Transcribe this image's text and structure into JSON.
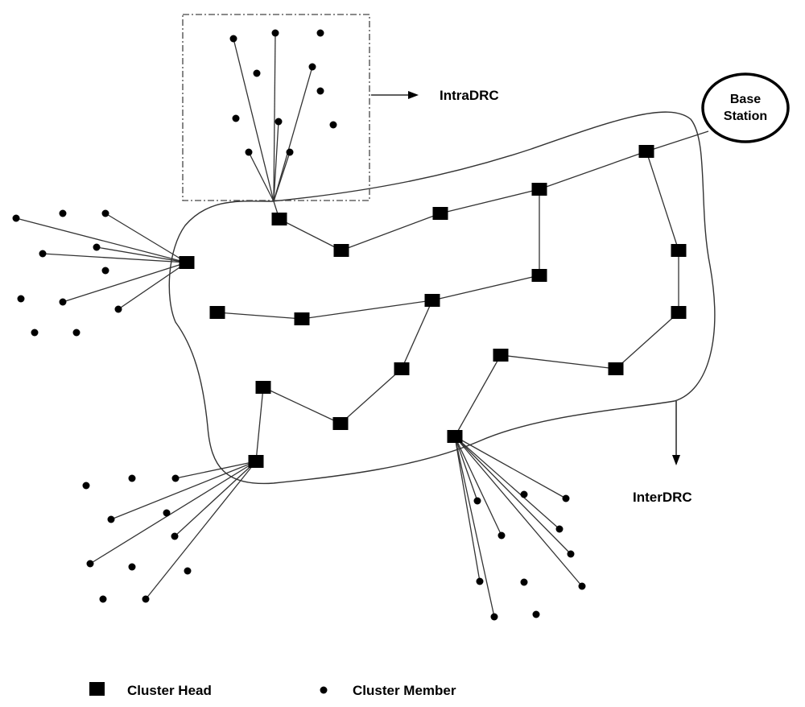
{
  "labels": {
    "intra": "IntraDRC",
    "inter": "InterDRC",
    "base_station_line1": "Base",
    "base_station_line2": "Station"
  },
  "legend": {
    "cluster_head": "Cluster Head",
    "cluster_member": "Cluster Member"
  },
  "colors": {
    "ink": "#000000",
    "background": "#ffffff"
  }
}
